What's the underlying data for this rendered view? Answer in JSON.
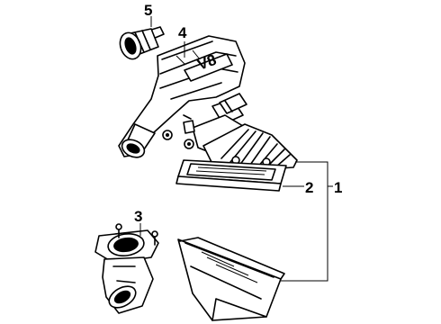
{
  "callouts": {
    "c1": "1",
    "c2": "2",
    "c3": "3",
    "c4": "4",
    "c5": "5"
  },
  "housing_badge": "V8"
}
